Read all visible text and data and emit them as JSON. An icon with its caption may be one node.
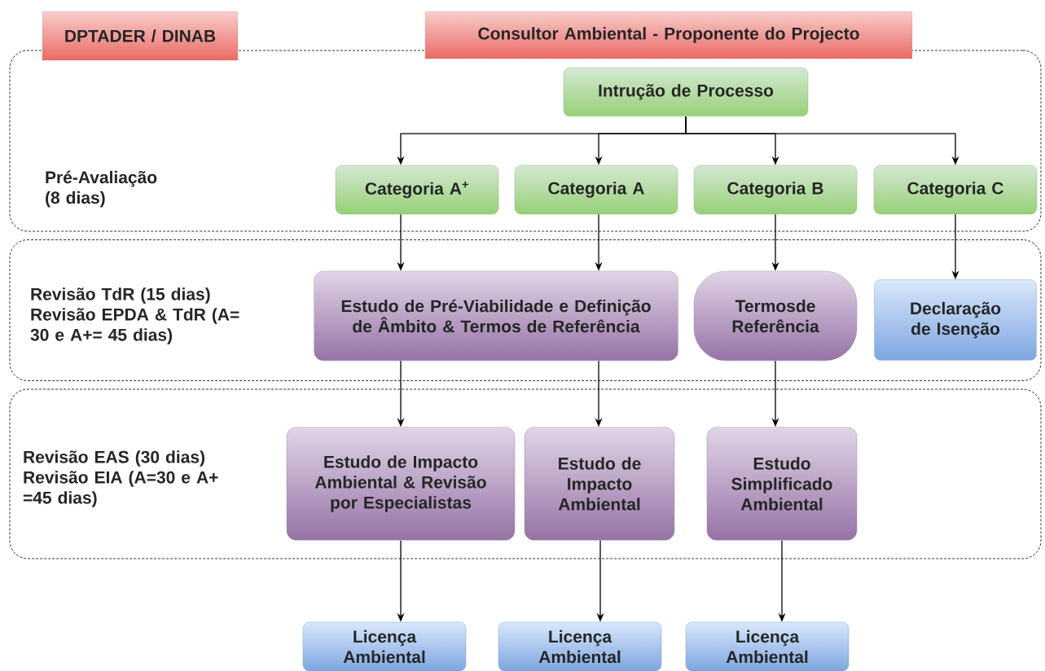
{
  "diagram": {
    "nodes": [
      {
        "text": [
          "DPTADER / DINAB"
        ]
      },
      {
        "text": [
          "Consultor Ambiental - Proponente do Projecto"
        ]
      },
      {
        "text": [
          "Pré-Avaliação (8 dias)"
        ]
      },
      {
        "text": [
          "Intrução de Processo"
        ],
        "in": 2
      },
      {
        "text": [
          "Categoria A$^{+}$"
        ],
        "in": 2
      },
      {
        "text": [
          "Categoria A"
        ],
        "in": 2
      },
      {
        "text": [
          "Categoria B"
        ],
        "in": 2
      },
      {
        "text": [
          "Categoria C"
        ],
        "in": 2
      },
      {
        "text": [
          "Revisão TdR (15 dias) Revisão EPDA & TdR (A= 30 e A+= 45 dias)"
        ]
      },
      {
        "text": [
          "Estudo de Pré-Viabilidade e Definição de Âmbito & Termos de Referência"
        ],
        "in": 8
      },
      {
        "text": [
          "Termosde Referência"
        ],
        "in": 8
      },
      {
        "text": [
          "Declaração de Isenção"
        ],
        "in": 8
      },
      {
        "text": [
          "Revisão EAS (30 dias) Revisão EIA (A=30 e A+ =45 dias)"
        ]
      },
      {
        "text": [
          "Estudo de Impacto Ambiental & Revisão por Especialistas"
        ],
        "in": 12
      },
      {
        "text": [
          "Estudo de Impacto Ambiental"
        ],
        "in": 12
      },
      {
        "text": [
          "Estudo Simplificado Ambiental"
        ],
        "in": 12
      },
      {
        "text": [
          "Licença Ambiental"
        ]
      },
      {
        "text": [
          "Licença Ambiental"
        ]
      },
      {
        "text": [
          "Licença Ambiental"
        ]
      }
    ],
    "edges": [
      {
        "from": 3,
        "to": 4,
        "arrow": "to"
      },
      {
        "from": 3,
        "to": 5,
        "arrow": "to"
      },
      {
        "from": 3,
        "to": 6,
        "arrow": "to"
      },
      {
        "from": 3,
        "to": 7,
        "arrow": "to"
      },
      {
        "from": 4,
        "to": 9,
        "arrow": "to"
      },
      {
        "from": 5,
        "to": 9,
        "arrow": "to"
      },
      {
        "from": 6,
        "to": 10,
        "arrow": "to"
      },
      {
        "from": 7,
        "to": 11,
        "arrow": "to"
      },
      {
        "from": 9,
        "to": 13,
        "arrow": "to"
      },
      {
        "from": 9,
        "to": 14,
        "arrow": "to"
      },
      {
        "from": 10,
        "to": 15,
        "arrow": "to"
      },
      {
        "from": 13,
        "to": 16,
        "arrow": "to"
      },
      {
        "from": 14,
        "to": 17,
        "arrow": "to"
      },
      {
        "from": 15,
        "to": 18,
        "arrow": "to"
      }
    ]
  }
}
